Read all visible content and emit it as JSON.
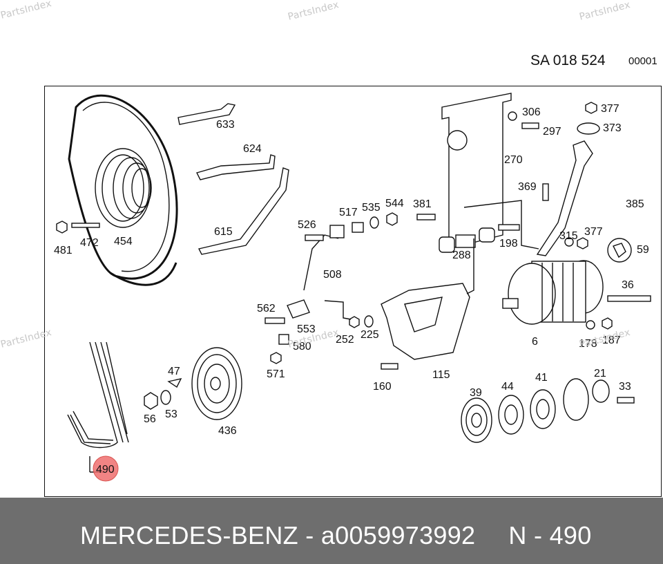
{
  "watermark": "PartsIndex",
  "header": {
    "code": "SA 018 524",
    "sub": "00001"
  },
  "labels": {
    "p633": "633",
    "p624": "624",
    "p615": "615",
    "p481": "481",
    "p472": "472",
    "p454": "454",
    "p306": "306",
    "p297": "297",
    "p270": "270",
    "p377a": "377",
    "p373": "373",
    "p369": "369",
    "p385": "385",
    "p526": "526",
    "p517": "517",
    "p535": "535",
    "p544": "544",
    "p381": "381",
    "p508": "508",
    "p288": "288",
    "p198": "198",
    "p315": "315",
    "p377b": "377",
    "p59": "59",
    "p36": "36",
    "p562": "562",
    "p553": "553",
    "p252": "252",
    "p225": "225",
    "p580": "580",
    "p571": "571",
    "p6": "6",
    "p178": "178",
    "p187": "187",
    "p160": "160",
    "p115": "115",
    "p47": "47",
    "p56": "56",
    "p53": "53",
    "p436": "436",
    "p39": "39",
    "p44": "44",
    "p41": "41",
    "p21": "21",
    "p33": "33",
    "p490": "490"
  },
  "highlight": {
    "part": "490",
    "color": "#ee6e6e"
  },
  "footer": {
    "brand": "MERCEDES-BENZ",
    "part_number": "a0059973992",
    "position": "N - 490",
    "separator": " - "
  }
}
